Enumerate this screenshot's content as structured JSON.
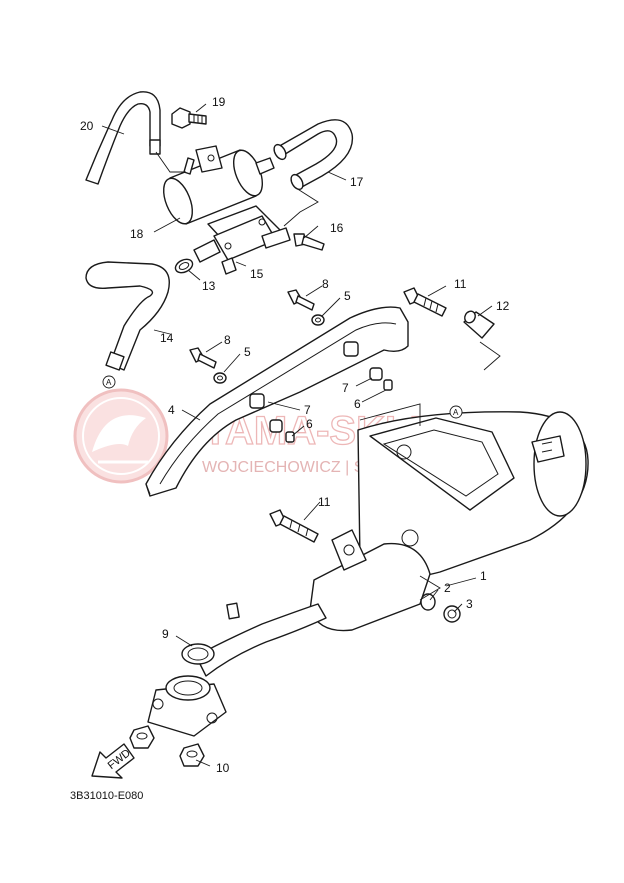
{
  "diagram": {
    "reference_code": "3B31010-E080",
    "fwd_label": "FWD",
    "connector_label": "A",
    "watermark": {
      "title": "YAMA-SKLEP.PL",
      "subtitle": "WOJCIECHOWICZ | SKLEP YAMAHA"
    },
    "callouts": {
      "c1": "1",
      "c2": "2",
      "c3": "3",
      "c4": "4",
      "c5a": "5",
      "c5b": "5",
      "c6a": "6",
      "c6b": "6",
      "c7a": "7",
      "c7b": "7",
      "c8a": "8",
      "c8b": "8",
      "c9": "9",
      "c10": "10",
      "c11a": "11",
      "c11b": "11",
      "c12": "12",
      "c13": "13",
      "c14": "14",
      "c15": "15",
      "c16": "16",
      "c17": "17",
      "c18": "18",
      "c19": "19",
      "c20": "20"
    }
  }
}
